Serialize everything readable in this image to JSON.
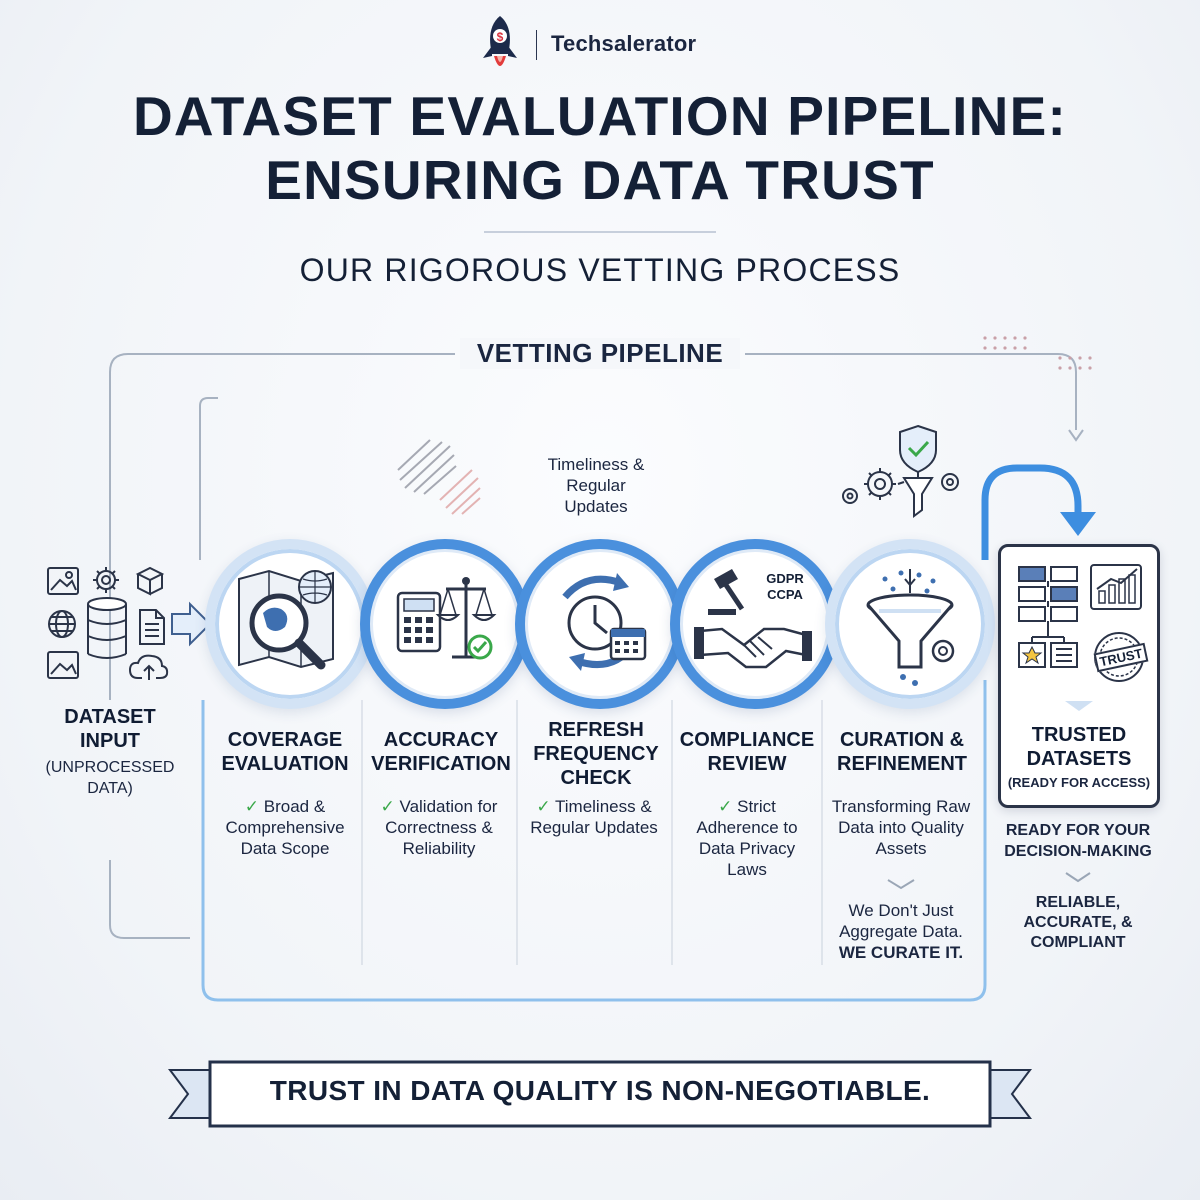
{
  "brand": {
    "name": "Techsalerator"
  },
  "header": {
    "title_line1": "DATASET EVALUATION PIPELINE:",
    "title_line2": "ENSURING DATA TRUST",
    "subtitle": "OUR RIGOROUS VETTING PROCESS"
  },
  "pipeline": {
    "label": "VETTING PIPELINE",
    "input": {
      "title_line1": "DATASET",
      "title_line2": "INPUT",
      "note": "(UNPROCESSED DATA)"
    },
    "floating_note": "Timeliness & Regular Updates",
    "compliance_icon_text": {
      "line1": "GDPR",
      "line2": "CCPA"
    },
    "stages": [
      {
        "title": "COVERAGE EVALUATION",
        "check": "✓",
        "desc": "Broad & Comprehensive Data Scope"
      },
      {
        "title": "ACCURACY VERIFICATION",
        "check": "✓",
        "desc": "Validation for Correctness & Reliability"
      },
      {
        "title": "REFRESH FREQUENCY CHECK",
        "check": "✓",
        "desc": "Timeliness & Regular Updates"
      },
      {
        "title": "COMPLIANCE REVIEW",
        "check": "✓",
        "desc": "Strict Adherence to Data Privacy Laws"
      },
      {
        "title": "CURATION & REFINEMENT",
        "check": "",
        "desc": "Transforming Raw Data into Quality Assets",
        "tagline_line1": "We Don't Just",
        "tagline_line2": "Aggregate Data.",
        "tagline_line3": "WE CURATE IT."
      }
    ],
    "output": {
      "badge": "TRUST",
      "title_line1": "TRUSTED",
      "title_line2": "DATASETS",
      "note": "(READY FOR ACCESS)",
      "ready_line1": "READY FOR YOUR",
      "ready_line2": "DECISION-MAKING",
      "qualities_line1": "RELIABLE,",
      "qualities_line2": "ACCURATE, &",
      "qualities_line3": "COMPLIANT"
    }
  },
  "banner": {
    "text": "TRUST IN DATA QUALITY IS NON-NEGOTIABLE."
  },
  "colors": {
    "navy": "#142036",
    "accent_blue": "#4a90dd",
    "light_blue": "#d3e3f5",
    "check_green": "#3aa84a"
  }
}
